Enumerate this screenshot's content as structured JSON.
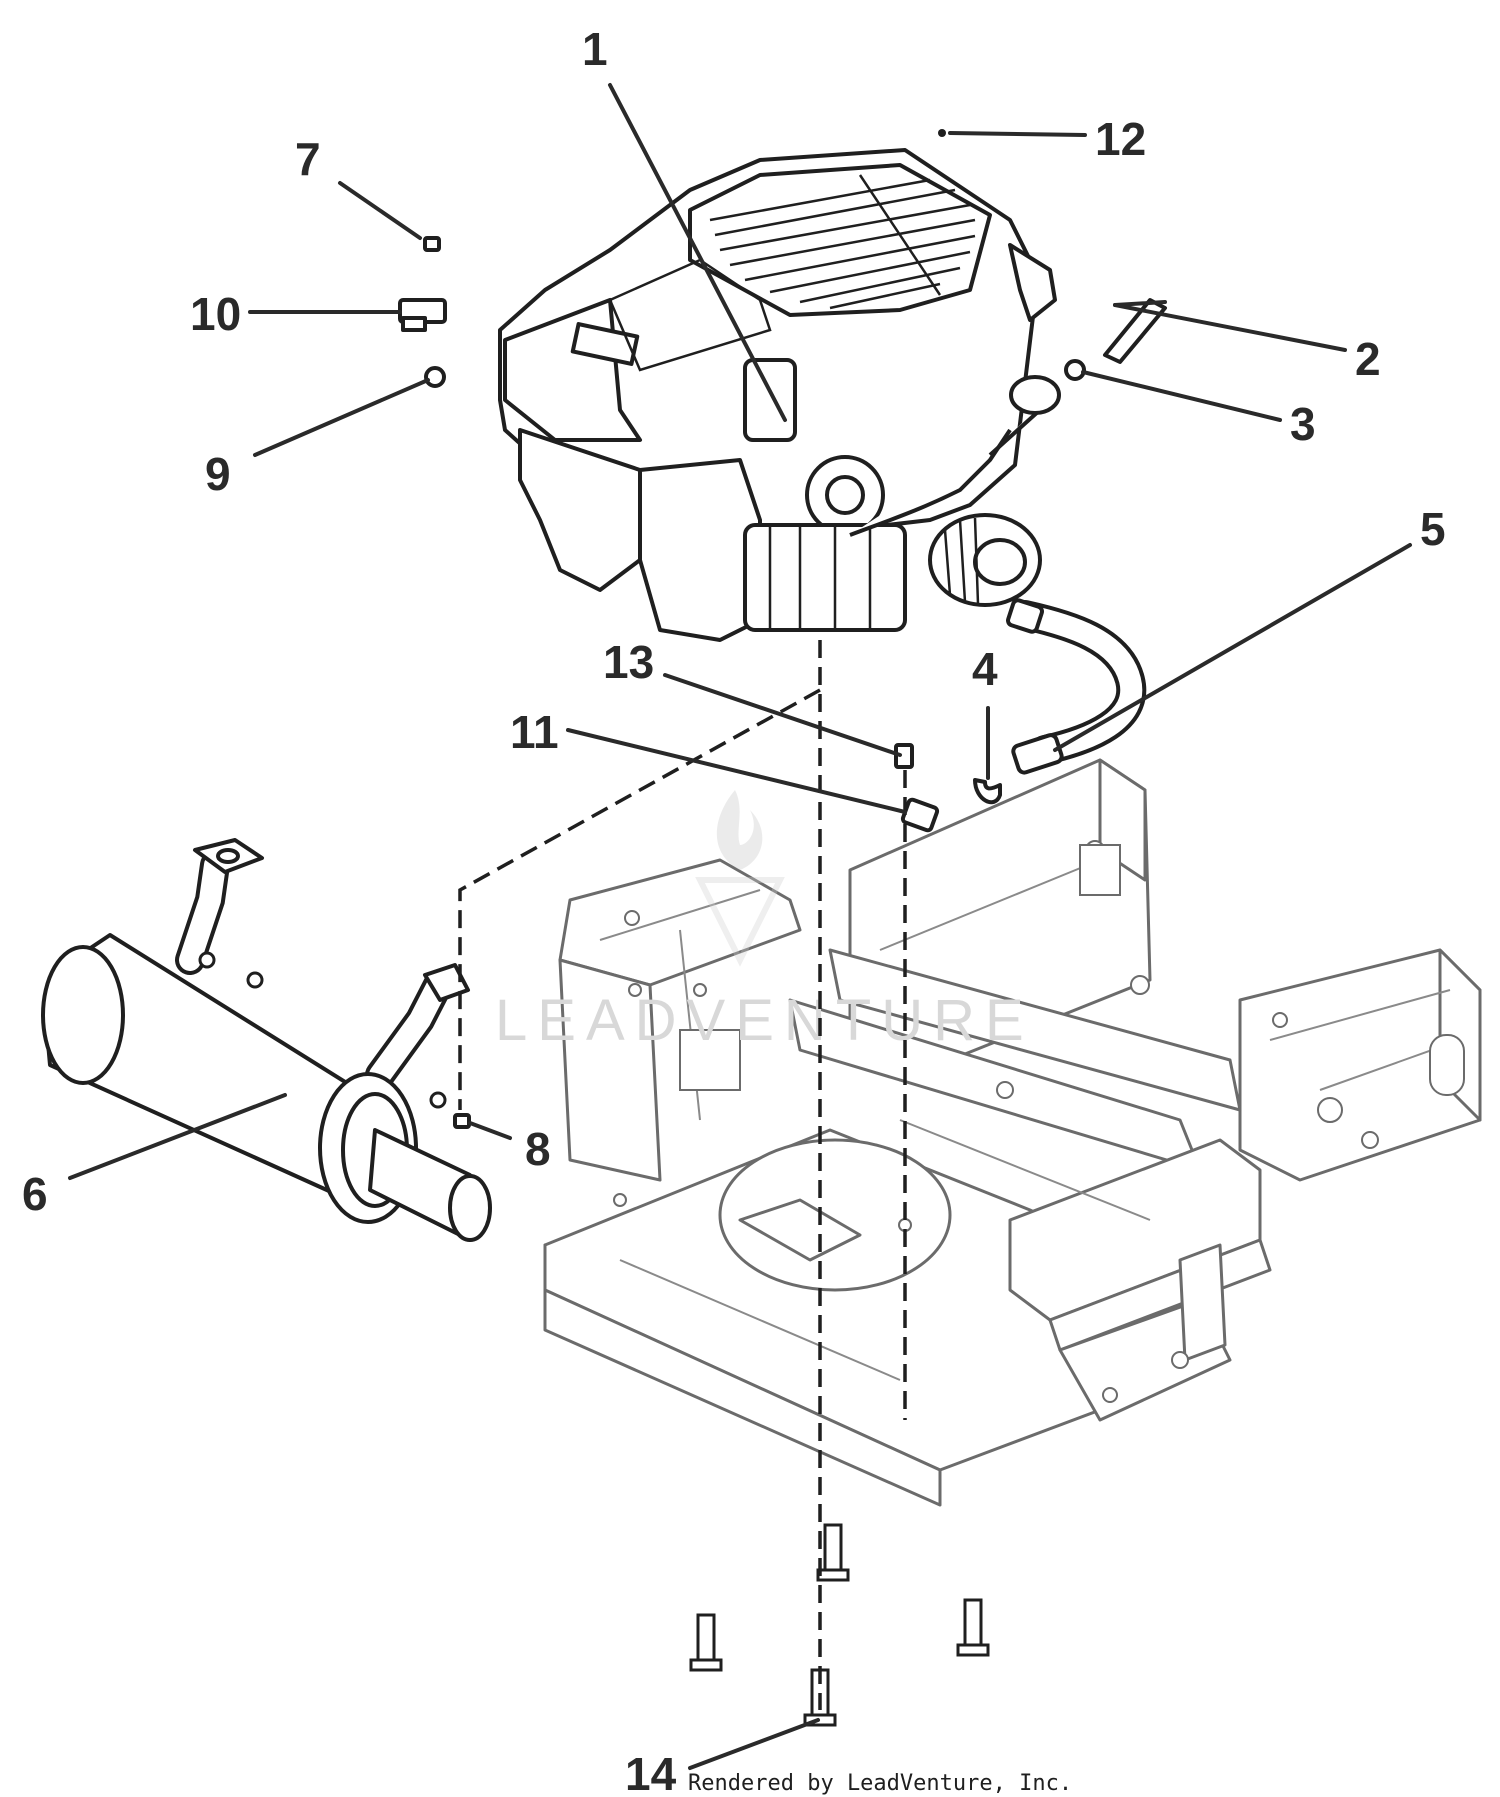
{
  "callouts": [
    {
      "id": "1",
      "label": "1"
    },
    {
      "id": "2",
      "label": "2"
    },
    {
      "id": "3",
      "label": "3"
    },
    {
      "id": "4",
      "label": "4"
    },
    {
      "id": "5",
      "label": "5"
    },
    {
      "id": "6",
      "label": "6"
    },
    {
      "id": "7",
      "label": "7"
    },
    {
      "id": "8",
      "label": "8"
    },
    {
      "id": "9",
      "label": "9"
    },
    {
      "id": "10",
      "label": "10"
    },
    {
      "id": "11",
      "label": "11"
    },
    {
      "id": "12",
      "label": "12"
    },
    {
      "id": "13",
      "label": "13"
    },
    {
      "id": "14",
      "label": "14"
    }
  ],
  "watermark": "LEADVENTURE",
  "footer": {
    "credit": "Rendered by LeadVenture, Inc."
  }
}
